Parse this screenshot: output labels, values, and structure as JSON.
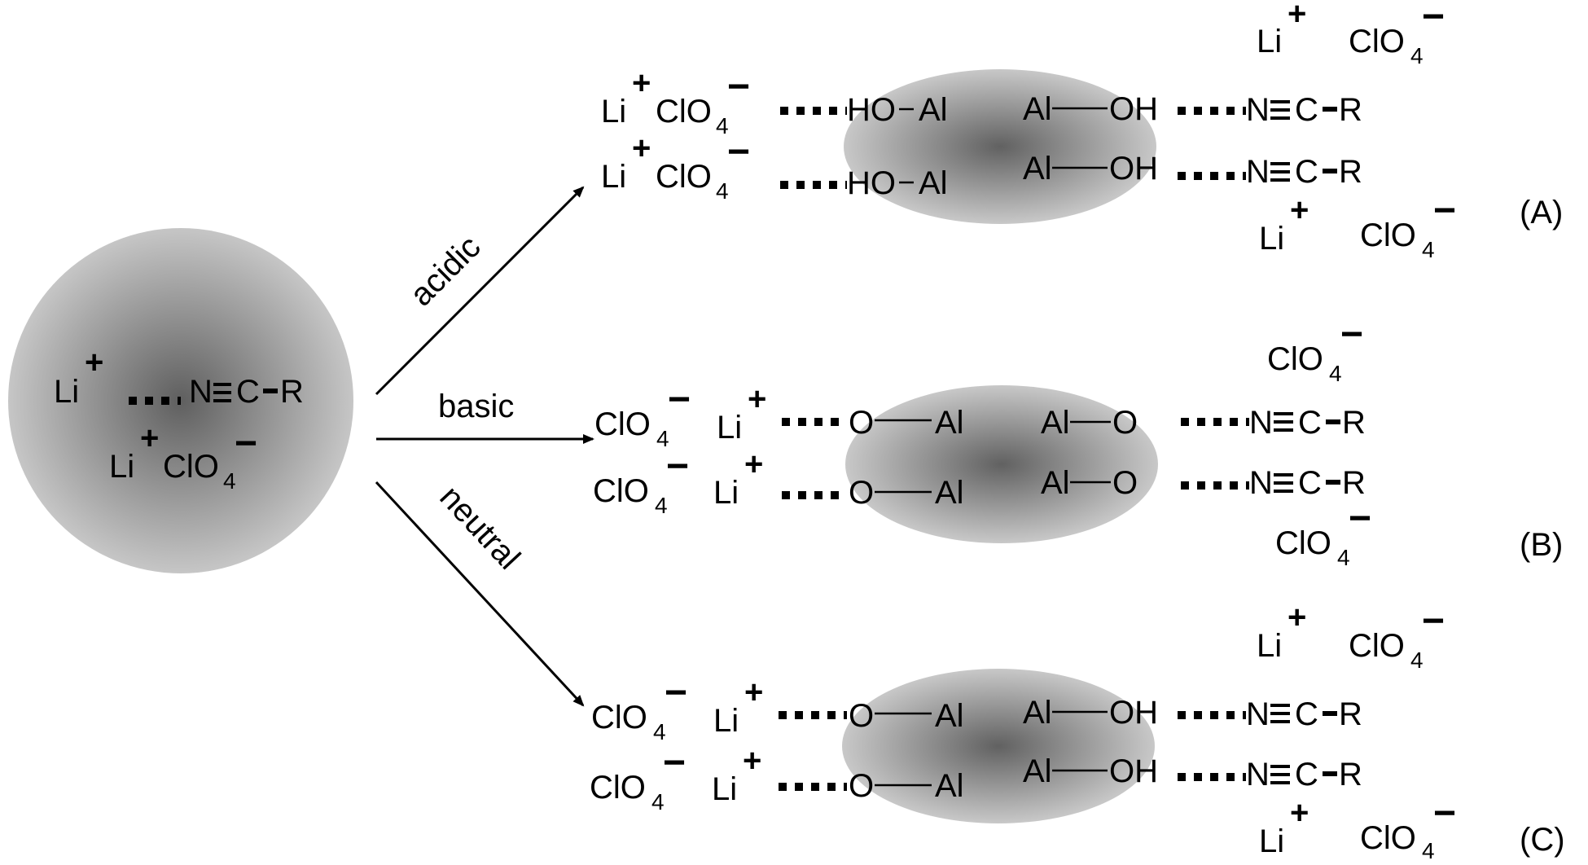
{
  "colors": {
    "sphere_center": "#5f5f5f",
    "sphere_edge": "#c6c6c6",
    "ink": "#000000"
  },
  "sphere": {
    "li": "Li",
    "plus": "+",
    "n": "N",
    "c": "C",
    "r": "R",
    "licl_li": "Li",
    "licl_plus": "+",
    "licl_clo": "ClO",
    "licl_sub": "4",
    "licl_minus": "−"
  },
  "arrows": {
    "acidic": "acidic",
    "basic": "basic",
    "neutral": "neutral"
  },
  "panel_a": {
    "caption": "(A)",
    "top_li": "Li",
    "top_plus": "+",
    "top_clo": "ClO",
    "top_sub": "4",
    "top_minus": "−",
    "left1_li": "Li",
    "left1_plus": "+",
    "left1_clo": "ClO",
    "left1_sub": "4",
    "left1_minus": "−",
    "left2_li": "Li",
    "left2_plus": "+",
    "left2_clo": "ClO",
    "left2_sub": "4",
    "left2_minus": "−",
    "left_site1": "HO",
    "left_al1": "Al",
    "left_site2": "HO",
    "left_al2": "Al",
    "right_al1": "Al",
    "right_site1": "OH",
    "right_al2": "Al",
    "right_site2": "OH",
    "n1": "N",
    "c1": "C",
    "r1": "R",
    "n2": "N",
    "c2": "C",
    "r2": "R",
    "bot_li": "Li",
    "bot_plus": "+",
    "bot_clo": "ClO",
    "bot_sub": "4",
    "bot_minus": "−"
  },
  "panel_b": {
    "caption": "(B)",
    "top_clo": "ClO",
    "top_sub": "4",
    "top_minus": "−",
    "left1_clo": "ClO",
    "left1_sub": "4",
    "left1_minus": "−",
    "left1_li": "Li",
    "left1_plus": "+",
    "left2_clo": "ClO",
    "left2_sub": "4",
    "left2_minus": "−",
    "left2_li": "Li",
    "left2_plus": "+",
    "left_site1": "O",
    "left_al1": "Al",
    "left_site2": "O",
    "left_al2": "Al",
    "right_al1": "Al",
    "right_site1": "O",
    "right_al2": "Al",
    "right_site2": "O",
    "n1": "N",
    "c1": "C",
    "r1": "R",
    "n2": "N",
    "c2": "C",
    "r2": "R",
    "bot_clo": "ClO",
    "bot_sub": "4",
    "bot_minus": "−"
  },
  "panel_c": {
    "caption": "(C)",
    "top_li": "Li",
    "top_plus": "+",
    "top_clo": "ClO",
    "top_sub": "4",
    "top_minus": "−",
    "left1_clo": "ClO",
    "left1_sub": "4",
    "left1_minus": "−",
    "left1_li": "Li",
    "left1_plus": "+",
    "left2_clo": "ClO",
    "left2_sub": "4",
    "left2_minus": "−",
    "left2_li": "Li",
    "left2_plus": "+",
    "left_site1": "O",
    "left_al1": "Al",
    "left_site2": "O",
    "left_al2": "Al",
    "right_al1": "Al",
    "right_site1": "OH",
    "right_al2": "Al",
    "right_site2": "OH",
    "n1": "N",
    "c1": "C",
    "r1": "R",
    "n2": "N",
    "c2": "C",
    "r2": "R",
    "bot_li": "Li",
    "bot_plus": "+",
    "bot_clo": "ClO",
    "bot_sub": "4",
    "bot_minus": "−"
  }
}
